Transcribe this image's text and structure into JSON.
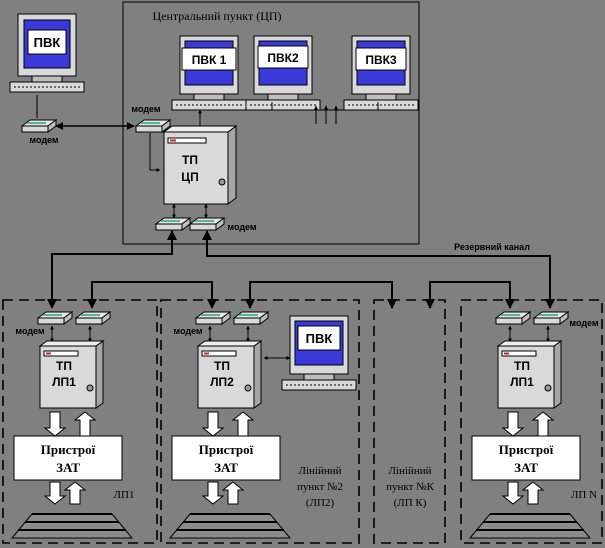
{
  "colors": {
    "background": "#808080",
    "monitor_screen": "#3a3ad8",
    "case": "#d9d9d9",
    "line": "#000000",
    "box": "#ffffff"
  },
  "central": {
    "title": "Центральний пункт (ЦП)",
    "computers": [
      "ПВК 1",
      "ПВК2",
      "ПВК3"
    ],
    "server": [
      "ТП",
      "ЦП"
    ],
    "modem_label_top": "модем",
    "modem_label_bottom": "модем"
  },
  "remote": {
    "computer": "ПВК",
    "modem_label": "модем"
  },
  "reserve_channel": "Резервний канал",
  "lp1": {
    "server": [
      "ТП",
      "ЛП1"
    ],
    "device": [
      "Пристрої",
      "ЗАТ"
    ],
    "modem_label": "модем",
    "label": "ЛП1"
  },
  "lp2": {
    "server": [
      "ТП",
      "ЛП2"
    ],
    "device": [
      "Пристрої",
      "ЗАТ"
    ],
    "modem_label": "модем",
    "computer": "ПВК",
    "label": [
      "Лінійний",
      "пункт №2",
      "(ЛП2)"
    ]
  },
  "lpk": {
    "label": [
      "Лінійний",
      "пункт №К",
      "(ЛП К)"
    ]
  },
  "lpn": {
    "server": [
      "ТП",
      "ЛП1"
    ],
    "device": [
      "Пристрої",
      "ЗАТ"
    ],
    "modem_label": "модем",
    "label": "ЛП N"
  },
  "icons": [
    "computer-icon",
    "server-icon",
    "modem-icon",
    "railway-track-icon"
  ]
}
